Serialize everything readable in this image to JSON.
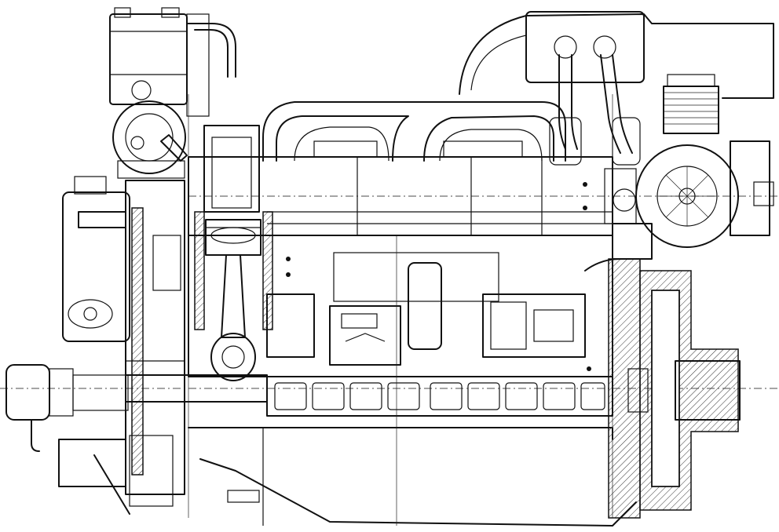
{
  "figure": {
    "subject": "engine-cross-section-drawing",
    "colors": {
      "line": "#111111",
      "background": "#ffffff"
    },
    "parts": [
      "fuel-filter",
      "oil-pump",
      "turbocharger",
      "exhaust-manifold",
      "intake-manifold",
      "cylinder-block",
      "piston",
      "connecting-rod",
      "crankshaft",
      "flywheel",
      "oil-cooler",
      "air-cooler",
      "crankcase-sump",
      "front-gear-train"
    ]
  }
}
